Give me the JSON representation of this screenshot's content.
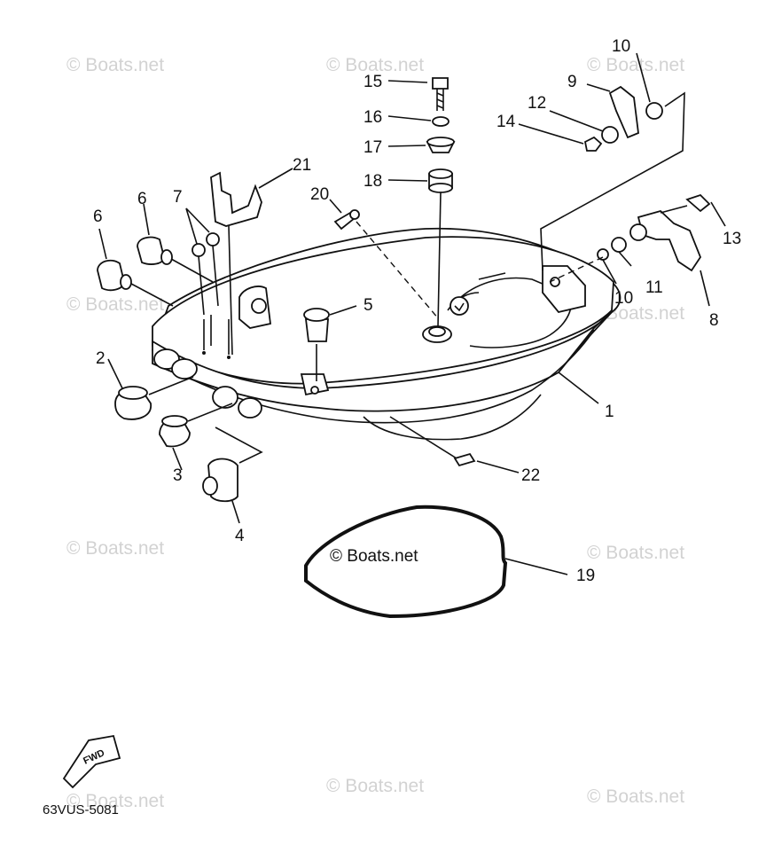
{
  "diagram": {
    "watermark": "© Boats.net",
    "drawing_code": "63VUS-5081",
    "fwd_label": "FWD",
    "gasket_label": "© Boats.net",
    "callouts": [
      "1",
      "2",
      "3",
      "4",
      "5",
      "6",
      "6",
      "7",
      "8",
      "9",
      "10",
      "10",
      "11",
      "12",
      "13",
      "14",
      "15",
      "16",
      "17",
      "18",
      "19",
      "20",
      "21",
      "22"
    ]
  }
}
